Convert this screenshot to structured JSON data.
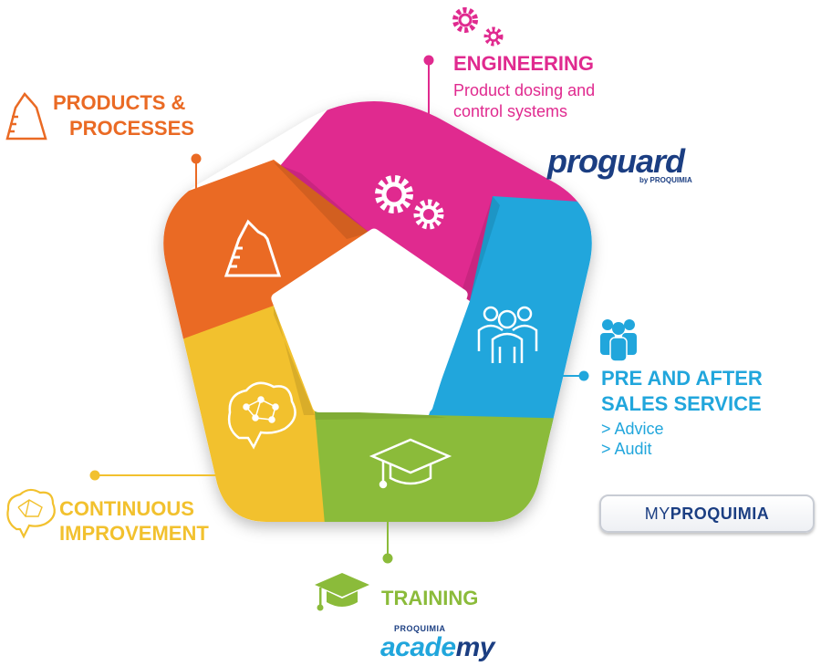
{
  "colors": {
    "engineering": "#e02a8f",
    "products": "#ea6a24",
    "service": "#21a6dc",
    "training": "#8bbb3a",
    "improvement": "#f2c12e",
    "navy": "#1b3e82"
  },
  "segments": [
    {
      "id": "engineering",
      "label": "ENGINEERING",
      "icon": "gears-icon"
    },
    {
      "id": "service",
      "label": "PRE AND AFTER SALES SERVICE",
      "icon": "people-icon"
    },
    {
      "id": "training",
      "label": "TRAINING",
      "icon": "graduation-cap-icon"
    },
    {
      "id": "improvement",
      "label": "CONTINUOUS IMPROVEMENT",
      "icon": "brain-icon"
    },
    {
      "id": "products",
      "label": "PRODUCTS & PROCESSES",
      "icon": "flask-icon"
    }
  ],
  "engineering": {
    "title": "ENGINEERING",
    "subtitle_line1": "Product dosing and",
    "subtitle_line2": "control systems",
    "logo_main": "proguard",
    "logo_sub": "by PROQUIMIA"
  },
  "products": {
    "title_line1": "PRODUCTS &",
    "title_line2": "PROCESSES"
  },
  "service": {
    "title_line1": "PRE AND AFTER",
    "title_line2": "SALES SERVICE",
    "item1": "> Advice",
    "item2": "> Audit",
    "logo_light": "MY",
    "logo_bold": "PROQUIMIA"
  },
  "improvement": {
    "title_line1": "CONTINUOUS",
    "title_line2": "IMPROVEMENT"
  },
  "training": {
    "title": "TRAINING",
    "logo_top": "PROQUIMIA",
    "logo_main_a": "acade",
    "logo_main_b": "my"
  }
}
